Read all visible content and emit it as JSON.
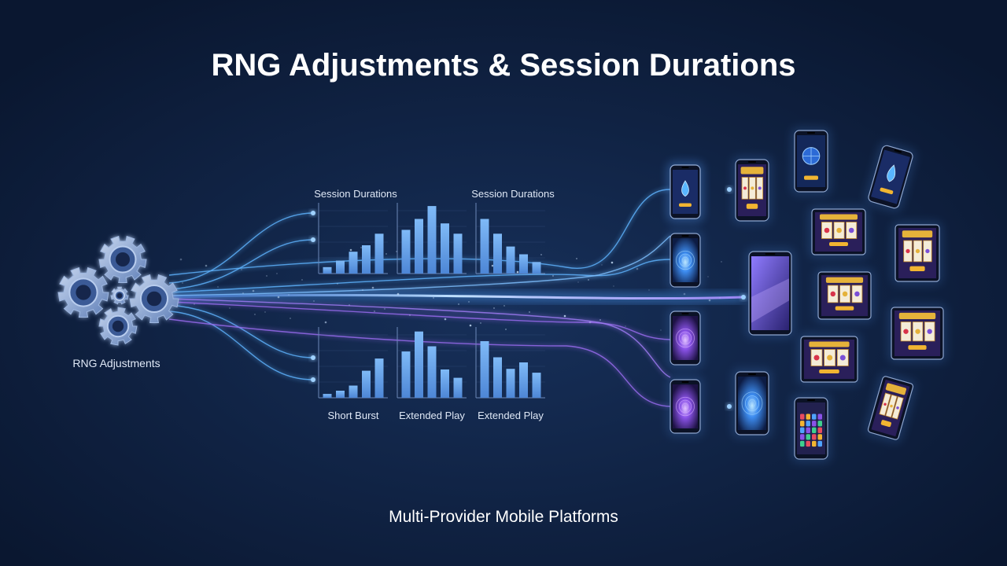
{
  "title": "RNG Adjustments & Session Durations",
  "source_label": "RNG Adjustments",
  "footer_label": "Multi-Provider Mobile Platforms",
  "colors": {
    "background": "#0c1a33",
    "bar": "#6aa9ee",
    "flow_blue": "#5fb4ff",
    "flow_purple": "#9a6cf0",
    "core_beam": "#cfe6ff"
  },
  "charts": [
    {
      "heading": "Session Durations",
      "values": [
        1,
        2,
        3.4,
        4.4,
        6.2
      ]
    },
    {
      "heading": "",
      "values": [
        6.8,
        8.5,
        10.5,
        7.8,
        6.2
      ]
    },
    {
      "heading": "Session Durations",
      "values": [
        8.5,
        6.2,
        4.2,
        3.0,
        1.8
      ]
    },
    {
      "caption": "Short Burst",
      "values": [
        0.6,
        1.1,
        1.9,
        4.2,
        6.1
      ]
    },
    {
      "caption": "Extended Play",
      "values": [
        7.2,
        10.3,
        8.0,
        4.4,
        3.1
      ]
    },
    {
      "caption": "Extended Play",
      "values": [
        8.8,
        6.3,
        4.5,
        5.5,
        3.9
      ]
    }
  ],
  "devices": [
    {
      "kind": "phone",
      "screen": "vortex-blue"
    },
    {
      "kind": "phone",
      "screen": "slot-reels"
    },
    {
      "kind": "phone",
      "screen": "globe-icon"
    },
    {
      "kind": "phone",
      "screen": "drop-icon"
    },
    {
      "kind": "phone",
      "screen": "vortex-blue"
    },
    {
      "kind": "tablet",
      "screen": "slot-reels"
    },
    {
      "kind": "tablet",
      "screen": "slot-reels"
    },
    {
      "kind": "phone",
      "screen": "gradient"
    },
    {
      "kind": "tablet",
      "screen": "slot-reels"
    },
    {
      "kind": "tablet",
      "screen": "slot-reels"
    },
    {
      "kind": "phone",
      "screen": "vortex-purple"
    },
    {
      "kind": "tablet",
      "screen": "slot-reels"
    },
    {
      "kind": "phone",
      "screen": "vortex-purple"
    },
    {
      "kind": "phone",
      "screen": "vortex-blue"
    },
    {
      "kind": "phone",
      "screen": "app-grid"
    },
    {
      "kind": "tablet",
      "screen": "slot-reels"
    },
    {
      "kind": "phone",
      "screen": "drop-icon"
    }
  ]
}
